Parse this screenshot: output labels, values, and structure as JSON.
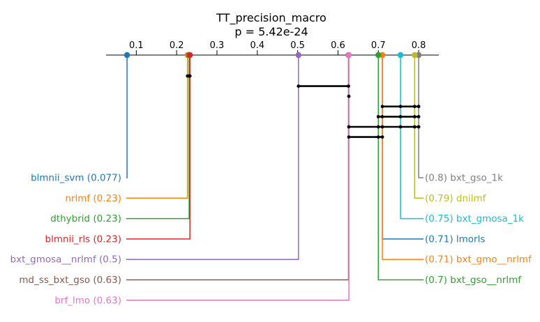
{
  "chart_data": {
    "type": "critical-difference",
    "title": "TT_precision_macro",
    "subtitle": "p = 5.42e-24",
    "xlim": [
      0.025,
      0.85
    ],
    "ticks": [
      {
        "value": 0.1,
        "label": "0.1"
      },
      {
        "value": 0.2,
        "label": "0.2"
      },
      {
        "value": 0.3,
        "label": "0.3"
      },
      {
        "value": 0.4,
        "label": "0.4"
      },
      {
        "value": 0.5,
        "label": "0.5"
      },
      {
        "value": 0.6,
        "label": "0.6"
      },
      {
        "value": 0.7,
        "label": "0.7"
      },
      {
        "value": 0.8,
        "label": "0.8"
      }
    ],
    "methods_left": [
      {
        "name": "blmnii_svm",
        "label": "blmnii_svm (0.077)",
        "value": 0.077,
        "color": "#1f77b4"
      },
      {
        "name": "nrlmf",
        "label": "nrlmf (0.23)",
        "value": 0.227,
        "color": "#ff7f0e"
      },
      {
        "name": "dthybrid",
        "label": "dthybrid (0.23)",
        "value": 0.231,
        "color": "#2ca02c"
      },
      {
        "name": "blmnii_rls",
        "label": "blmnii_rls (0.23)",
        "value": 0.233,
        "color": "#d62728"
      },
      {
        "name": "bxt_gmosa__nrlmf",
        "label": "bxt_gmosa__nrlmf (0.5)",
        "value": 0.502,
        "color": "#9467bd"
      },
      {
        "name": "md_ss_bxt_gso",
        "label": "md_ss_bxt_gso (0.63)",
        "value": 0.626,
        "color": "#8c564b"
      },
      {
        "name": "brf_lmo",
        "label": "brf_lmo (0.63)",
        "value": 0.627,
        "color": "#e377c2"
      }
    ],
    "methods_right": [
      {
        "name": "bxt_gso_1k",
        "label": "(0.8) bxt_gso_1k",
        "value": 0.8,
        "color": "#7f7f7f"
      },
      {
        "name": "dnilmf",
        "label": "(0.79) dnilmf",
        "value": 0.79,
        "color": "#bcbd22"
      },
      {
        "name": "bxt_gmosa_1k",
        "label": "(0.75) bxt_gmosa_1k",
        "value": 0.755,
        "color": "#17becf"
      },
      {
        "name": "lmorls",
        "label": "(0.71) lmorls",
        "value": 0.71,
        "color": "#1f77b4"
      },
      {
        "name": "bxt_gmo__nrlmf",
        "label": "(0.71) bxt_gmo__nrlmf",
        "value": 0.71,
        "color": "#ff7f0e"
      },
      {
        "name": "bxt_gso__nrlmf",
        "label": "(0.7) bxt_gso__nrlmf",
        "value": 0.7,
        "color": "#2ca02c"
      }
    ],
    "cliques": [
      {
        "from": 0.227,
        "to": 0.233
      },
      {
        "from": 0.502,
        "to": 0.627
      },
      {
        "from": 0.627,
        "to": 0.627
      },
      {
        "from": 0.71,
        "to": 0.8
      },
      {
        "from": 0.7,
        "to": 0.8
      },
      {
        "from": 0.627,
        "to": 0.8
      },
      {
        "from": 0.627,
        "to": 0.71
      }
    ]
  }
}
